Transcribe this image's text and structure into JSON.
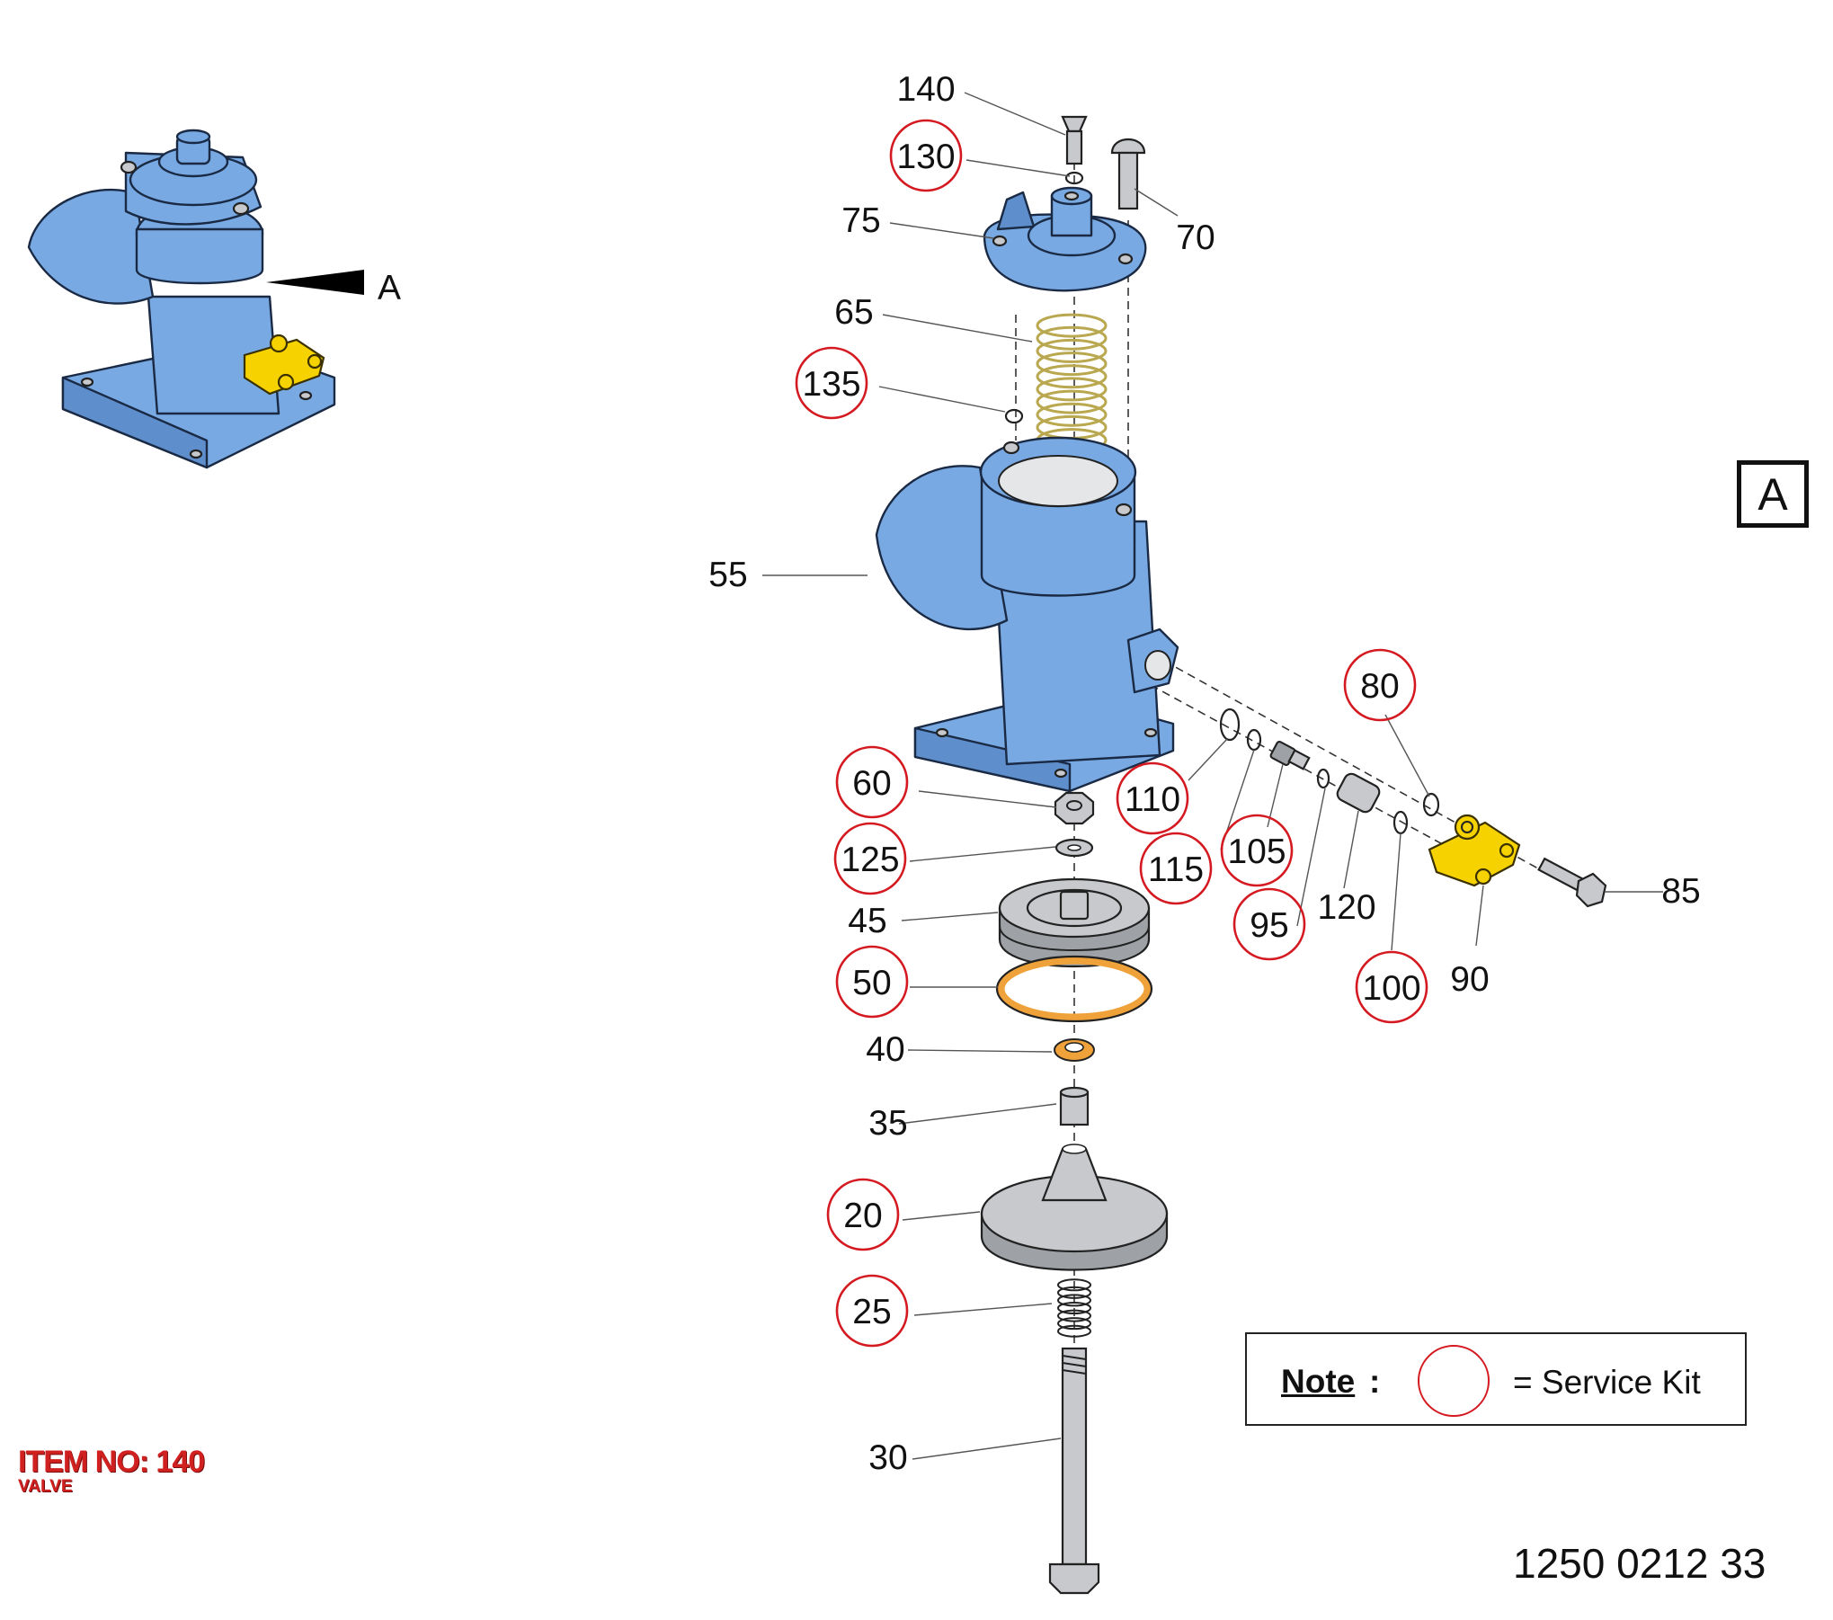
{
  "item": {
    "title": "ITEM NO: 140",
    "subtitle": "VALVE"
  },
  "note": {
    "label": "Note",
    "colon": ":",
    "text": "= Service Kit"
  },
  "drawing_number": "1250 0212 33",
  "view": {
    "arrow_label": "A",
    "box_label": "A"
  },
  "colors": {
    "housing": "#78a9e2",
    "service_kit_ring": "#d41920",
    "yellow_part": "#f6d300",
    "seal_orange": "#f0a23a"
  },
  "callouts": [
    {
      "label": "140",
      "service_kit": false
    },
    {
      "label": "130",
      "service_kit": true
    },
    {
      "label": "75",
      "service_kit": false
    },
    {
      "label": "70",
      "service_kit": false
    },
    {
      "label": "65",
      "service_kit": false
    },
    {
      "label": "135",
      "service_kit": true
    },
    {
      "label": "55",
      "service_kit": false
    },
    {
      "label": "80",
      "service_kit": true
    },
    {
      "label": "110",
      "service_kit": true
    },
    {
      "label": "60",
      "service_kit": true
    },
    {
      "label": "125",
      "service_kit": true
    },
    {
      "label": "115",
      "service_kit": true
    },
    {
      "label": "105",
      "service_kit": true
    },
    {
      "label": "45",
      "service_kit": false
    },
    {
      "label": "120",
      "service_kit": false
    },
    {
      "label": "85",
      "service_kit": false
    },
    {
      "label": "95",
      "service_kit": true
    },
    {
      "label": "90",
      "service_kit": false
    },
    {
      "label": "50",
      "service_kit": true
    },
    {
      "label": "100",
      "service_kit": true
    },
    {
      "label": "40",
      "service_kit": false
    },
    {
      "label": "35",
      "service_kit": false
    },
    {
      "label": "20",
      "service_kit": true
    },
    {
      "label": "25",
      "service_kit": true
    },
    {
      "label": "30",
      "service_kit": false
    }
  ]
}
